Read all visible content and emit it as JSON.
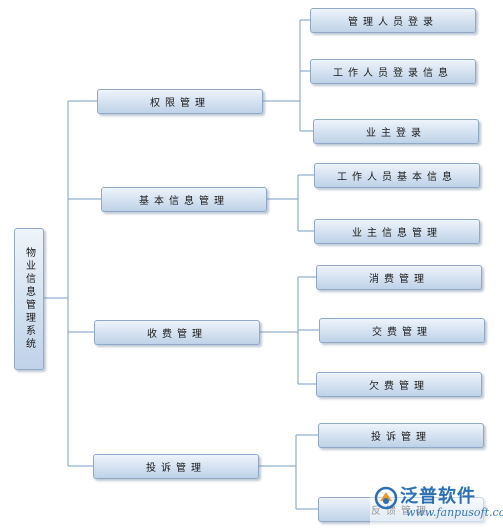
{
  "diagram": {
    "root": "物业信息管理系统",
    "branches": [
      {
        "label": "权限管理",
        "children": [
          "管理人员登录",
          "工作人员登录信息",
          "业主登录"
        ]
      },
      {
        "label": "基本信息管理",
        "children": [
          "工作人员基本信息",
          "业主信息管理"
        ]
      },
      {
        "label": "收费管理",
        "children": [
          "消费管理",
          "交费管理",
          "欠费管理"
        ]
      },
      {
        "label": "投诉管理",
        "children": [
          "投诉管理",
          "反馈管理"
        ]
      }
    ]
  },
  "watermark": {
    "name": "泛普软件",
    "url": "www.fanpusoft.com"
  },
  "colors": {
    "line": "#7a9cc4",
    "node_border": "#8fa9c6",
    "logo": "#2b6fb4"
  }
}
